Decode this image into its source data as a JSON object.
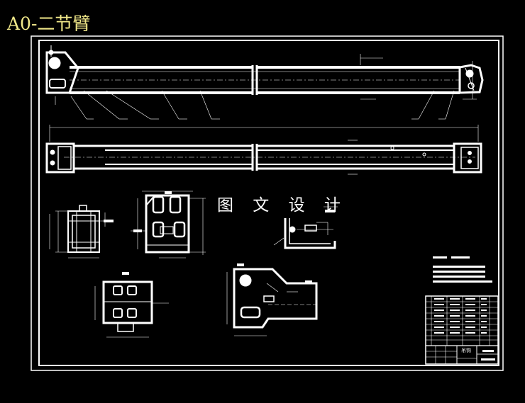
{
  "title": "A0-二节臂",
  "watermark": "图 文 设 计",
  "colors": {
    "background": "#000000",
    "title": "#f2e98a",
    "lines": "#ffffff"
  },
  "title_block": {
    "name_cell": "吊钩"
  }
}
